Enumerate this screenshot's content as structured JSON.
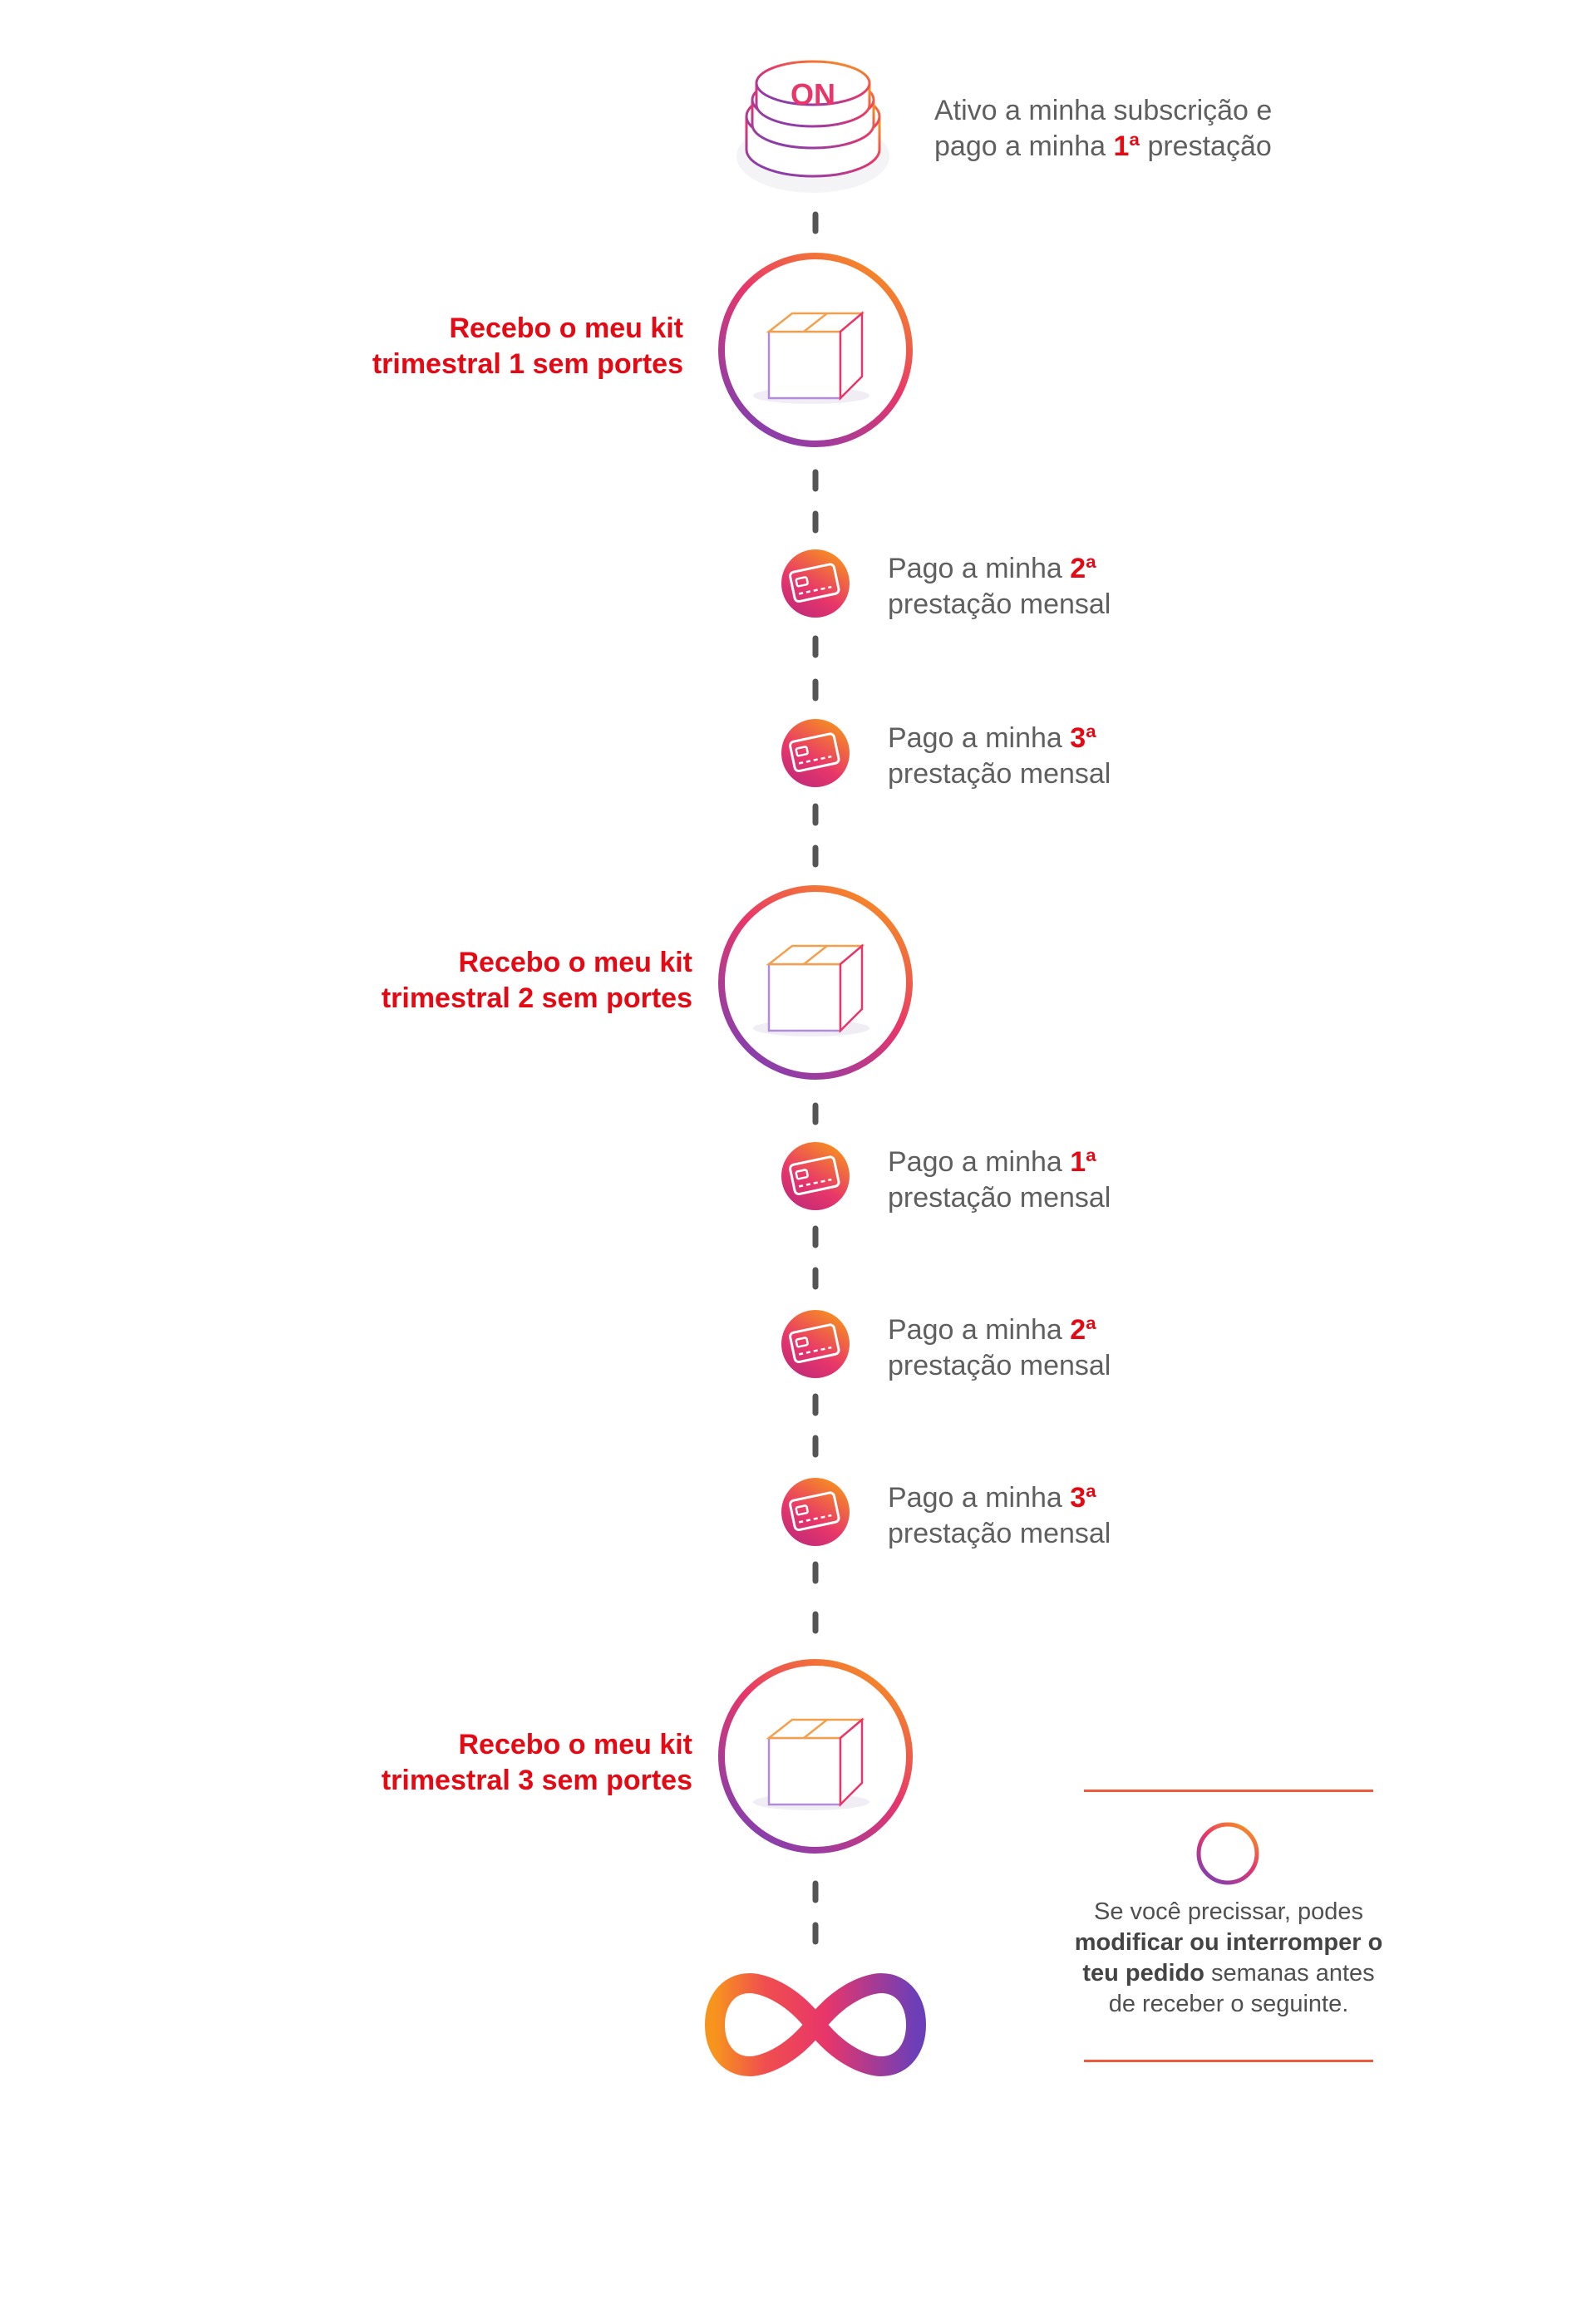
{
  "start": {
    "button_label": "ON",
    "text_line1": "Ativo a minha subscrição e",
    "text_line2_a": "pago a minha ",
    "text_line2_ord": "1ª",
    "text_line2_b": " prestação"
  },
  "kits": [
    {
      "line1": "Recebo o meu kit",
      "line2": "trimestral 1 sem portes"
    },
    {
      "line1": "Recebo o meu kit",
      "line2": "trimestral 2 sem portes"
    },
    {
      "line1": "Recebo o meu kit",
      "line2": "trimestral 3 sem portes"
    }
  ],
  "payments": [
    {
      "prefix": "Pago a minha ",
      "ordinal": "2ª",
      "line2": "prestação mensal"
    },
    {
      "prefix": "Pago a minha ",
      "ordinal": "3ª",
      "line2": "prestação mensal"
    },
    {
      "prefix": "Pago a minha ",
      "ordinal": "1ª",
      "line2": "prestação mensal"
    },
    {
      "prefix": "Pago a minha ",
      "ordinal": "2ª",
      "line2": "prestação mensal"
    },
    {
      "prefix": "Pago a minha ",
      "ordinal": "3ª",
      "line2": "prestação mensal"
    }
  ],
  "note": {
    "icon": "pause-icon",
    "part1": "Se você precissar, podes ",
    "bold": "modificar ou interromper o teu pedido",
    "part2": " semanas antes de receber o seguinte."
  },
  "end_icon": "infinity-icon",
  "colors": {
    "accent_red": "#e50914",
    "grad_orange": "#f7941d",
    "grad_pink": "#e8366a",
    "grad_purple": "#7b3fb5",
    "text_gray": "#5f5f5f"
  }
}
